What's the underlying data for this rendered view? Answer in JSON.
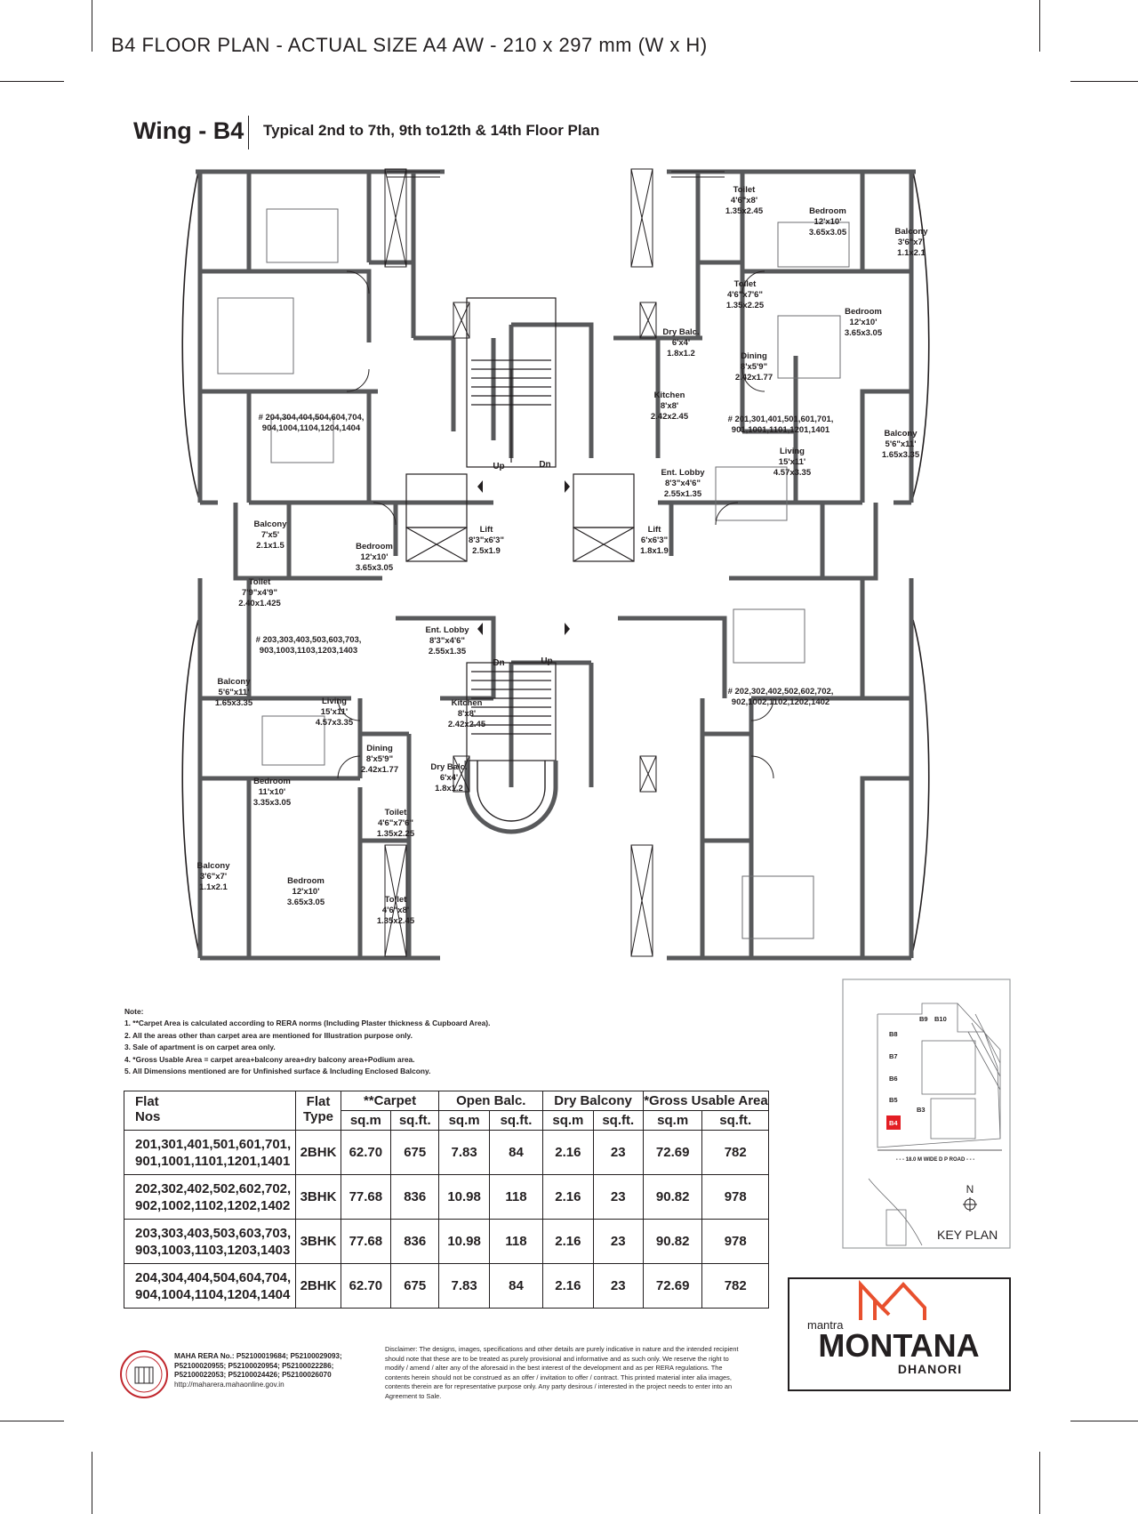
{
  "header": {
    "title": "B4 FLOOR PLAN - ACTUAL SIZE A4 AW - 210 x 297 mm (W x H)"
  },
  "plan": {
    "wing": "Wing - B4",
    "subtitle": "Typical 2nd to 7th, 9th to12th & 14th Floor Plan",
    "stairs": {
      "up1": "Up",
      "dn1": "Dn",
      "dn2": "Dn",
      "up2": "Up"
    },
    "flats": {
      "f204": {
        "line1": "# 204,304,404,504,604,704,",
        "line2": "904,1004,1104,1204,1404"
      },
      "f201": {
        "line1": "# 201,301,401,501,601,701,",
        "line2": "901,1001,1101,1201,1401"
      },
      "f203": {
        "line1": "# 203,303,403,503,603,703,",
        "line2": "903,1003,1103,1203,1403"
      },
      "f202": {
        "line1": "# 202,302,402,502,602,702,",
        "line2": "902,1002,1102,1202,1402"
      }
    },
    "rooms": [
      {
        "id": "r1",
        "lines": [
          "Toilet",
          "4'6\"x8'",
          "1.35x2.45"
        ]
      },
      {
        "id": "r2",
        "lines": [
          "Bedroom",
          "12'x10'",
          "3.65x3.05"
        ]
      },
      {
        "id": "r3",
        "lines": [
          "Balcony",
          "3'6\"x7'",
          "1.1x2.1"
        ]
      },
      {
        "id": "r4",
        "lines": [
          "Toilet",
          "4'6\"x7'6\"",
          "1.35x2.25"
        ]
      },
      {
        "id": "r5",
        "lines": [
          "Bedroom",
          "12'x10'",
          "3.65x3.05"
        ]
      },
      {
        "id": "r6",
        "lines": [
          "Dry Balc.",
          "6'x4'",
          "1.8x1.2"
        ]
      },
      {
        "id": "r7",
        "lines": [
          "Dining",
          "8'x5'9\"",
          "2.42x1.77"
        ]
      },
      {
        "id": "r8",
        "lines": [
          "Kitchen",
          "8'x8'",
          "2.42x2.45"
        ]
      },
      {
        "id": "r9",
        "lines": [
          "Balcony",
          "5'6\"x11'",
          "1.65x3.35"
        ]
      },
      {
        "id": "r10",
        "lines": [
          "Living",
          "15'x11'",
          "4.57x3.35"
        ]
      },
      {
        "id": "r11",
        "lines": [
          "Ent. Lobby",
          "8'3\"x4'6\"",
          "2.55x1.35"
        ]
      },
      {
        "id": "r12",
        "lines": [
          "Balcony",
          "7'x5'",
          "2.1x1.5"
        ]
      },
      {
        "id": "r13",
        "lines": [
          "Bedroom",
          "12'x10'",
          "3.65x3.05"
        ]
      },
      {
        "id": "r14",
        "lines": [
          "Lift",
          "8'3\"x6'3\"",
          "2.5x1.9"
        ]
      },
      {
        "id": "r15",
        "lines": [
          "Lift",
          "6'x6'3\"",
          "1.8x1.9"
        ]
      },
      {
        "id": "r16",
        "lines": [
          "Toilet",
          "7'9\"x4'9\"",
          "2.40x1.425"
        ]
      },
      {
        "id": "r17",
        "lines": [
          "Ent. Lobby",
          "8'3\"x4'6\"",
          "2.55x1.35"
        ]
      },
      {
        "id": "r18",
        "lines": [
          "Balcony",
          "5'6\"x11'",
          "1.65x3.35"
        ]
      },
      {
        "id": "r19",
        "lines": [
          "Living",
          "15'x11'",
          "4.57x3.35"
        ]
      },
      {
        "id": "r20",
        "lines": [
          "Kitchen",
          "8'x8'",
          "2.42x2.45"
        ]
      },
      {
        "id": "r21",
        "lines": [
          "Dining",
          "8'x5'9\"",
          "2.42x1.77"
        ]
      },
      {
        "id": "r22",
        "lines": [
          "Bedroom",
          "11'x10'",
          "3.35x3.05"
        ]
      },
      {
        "id": "r23",
        "lines": [
          "Dry Balc.",
          "6'x4'",
          "1.8x1.2"
        ]
      },
      {
        "id": "r24",
        "lines": [
          "Toilet",
          "4'6\"x7'6\"",
          "1.35x2.25"
        ]
      },
      {
        "id": "r25",
        "lines": [
          "Balcony",
          "3'6\"x7'",
          "1.1x2.1"
        ]
      },
      {
        "id": "r26",
        "lines": [
          "Bedroom",
          "12'x10'",
          "3.65x3.05"
        ]
      },
      {
        "id": "r27",
        "lines": [
          "Toilet",
          "4'6\"x8'",
          "1.35x2.45"
        ]
      }
    ]
  },
  "notes": {
    "heading": "Note:",
    "items": [
      "1.  **Carpet Area is calculated according to RERA norms (Including Plaster thickness & Cupboard Area).",
      "2.  All the areas other than carpet area are mentioned for Illustration purpose only.",
      "3.  Sale of apartment is on carpet area only.",
      "4.  *Gross Usable Area = carpet area+balcony area+dry balcony area+Podium area.",
      "5.  All Dimensions mentioned are for Unfinished surface & Including Enclosed Balcony."
    ]
  },
  "table": {
    "headers": {
      "flat_nos": [
        "Flat",
        "Nos"
      ],
      "flat_type": [
        "Flat",
        "Type"
      ],
      "carpet": "**Carpet",
      "open_balc": "Open Balc.",
      "dry_balc": "Dry Balcony",
      "gross": "*Gross Usable Area",
      "sqm": "sq.m",
      "sqft": "sq.ft."
    },
    "rows": [
      {
        "nos1": "201,301,401,501,601,701,",
        "nos2": "901,1001,1101,1201,1401",
        "type": "2BHK",
        "c_sqm": "62.70",
        "c_sqft": "675",
        "o_sqm": "7.83",
        "o_sqft": "84",
        "d_sqm": "2.16",
        "d_sqft": "23",
        "g_sqm": "72.69",
        "g_sqft": "782"
      },
      {
        "nos1": "202,302,402,502,602,702,",
        "nos2": "902,1002,1102,1202,1402",
        "type": "3BHK",
        "c_sqm": "77.68",
        "c_sqft": "836",
        "o_sqm": "10.98",
        "o_sqft": "118",
        "d_sqm": "2.16",
        "d_sqft": "23",
        "g_sqm": "90.82",
        "g_sqft": "978"
      },
      {
        "nos1": "203,303,403,503,603,703,",
        "nos2": "903,1003,1103,1203,1403",
        "type": "3BHK",
        "c_sqm": "77.68",
        "c_sqft": "836",
        "o_sqm": "10.98",
        "o_sqft": "118",
        "d_sqm": "2.16",
        "d_sqft": "23",
        "g_sqm": "90.82",
        "g_sqft": "978"
      },
      {
        "nos1": "204,304,404,504,604,704,",
        "nos2": "904,1004,1104,1204,1404",
        "type": "2BHK",
        "c_sqm": "62.70",
        "c_sqft": "675",
        "o_sqm": "7.83",
        "o_sqft": "84",
        "d_sqm": "2.16",
        "d_sqft": "23",
        "g_sqm": "72.69",
        "g_sqft": "782"
      }
    ]
  },
  "keyplan": {
    "label": "KEY PLAN",
    "north": "N",
    "road": "- - - 18.0 M WIDE D P ROAD - - -",
    "buildings": [
      "B9",
      "B10",
      "B8",
      "B7",
      "B6",
      "B5",
      "B4",
      "B3"
    ],
    "highlight_color": "#e31e24"
  },
  "brand": {
    "mantra": "mantra",
    "name": "MONTANA",
    "location": "DHANORI",
    "accent": "#e8502e"
  },
  "rera": {
    "lines": [
      "MAHA RERA No.: P52100019684; P52100029093;",
      "P52100020955; P52100020954; P52100022286;",
      "P52100022053; P52100024426; P52100026070",
      "http://maharera.mahaonline.gov.in"
    ]
  },
  "disclaimer": "Disclaimer: The designs, images, specifications and other details are purely indicative in nature and the intended recipient should note that these are to be treated as purely provisional and informative and as such only. We reserve the right to modify / amend / alter any of the aforesaid in the best interest of the development and as per RERA regulations. The contents herein should not be construed as an offer / invitation to offer / contract. This printed material inter alia images, contents therein are for representative purpose only. Any party desirous / interested in the project needs to enter into an Agreement to Sale."
}
